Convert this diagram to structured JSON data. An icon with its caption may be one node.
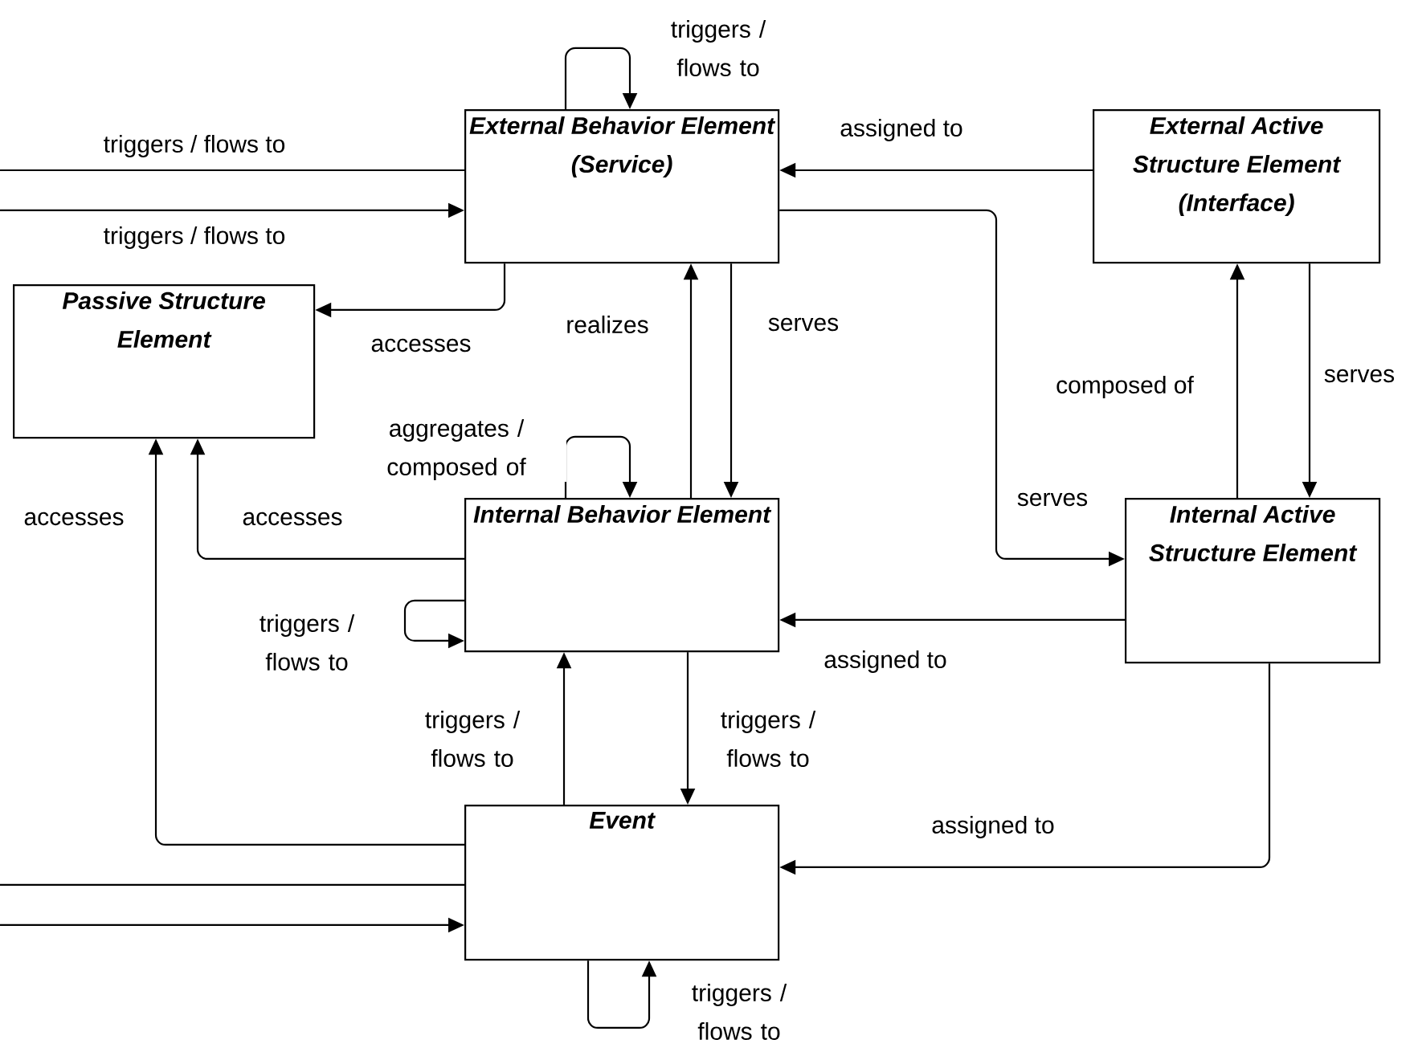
{
  "diagram": {
    "nodes": [
      {
        "text": [
          "External Behavior Element (Service)"
        ]
      },
      {
        "text": [
          "External Active Structure Element (Interface)"
        ]
      },
      {
        "text": [
          "Passive Structure Element"
        ]
      },
      {
        "text": [
          "Internal Behavior Element"
        ]
      },
      {
        "text": [
          "Internal Active Structure Element"
        ]
      },
      {
        "text": [
          "Event"
        ]
      }
    ],
    "edges": [
      {
        "from": 0,
        "to": 0,
        "arrow": "to",
        "label": "triggers / flows to"
      },
      {
        "from": 0,
        "to": null,
        "arrow": "none",
        "label": "triggers / flows to"
      },
      {
        "from": null,
        "to": 0,
        "arrow": "to",
        "label": "triggers / flows to"
      },
      {
        "from": 1,
        "to": 0,
        "arrow": "to",
        "label": "assigned to"
      },
      {
        "from": 0,
        "to": 2,
        "arrow": "to",
        "label": "accesses"
      },
      {
        "from": 3,
        "to": 0,
        "arrow": "to",
        "label": "realizes"
      },
      {
        "from": 0,
        "to": 3,
        "arrow": "to",
        "label": "serves"
      },
      {
        "from": 0,
        "to": 4,
        "arrow": "to",
        "label": "serves"
      },
      {
        "from": 4,
        "to": 1,
        "arrow": "to",
        "label": "composed of"
      },
      {
        "from": 1,
        "to": 4,
        "arrow": "to",
        "label": "serves"
      },
      {
        "from": 3,
        "to": 3,
        "arrow": "to",
        "label": "aggregates / composed of"
      },
      {
        "from": 3,
        "to": 2,
        "arrow": "to",
        "label": "accesses"
      },
      {
        "from": 5,
        "to": 2,
        "arrow": "to",
        "label": "accesses"
      },
      {
        "from": 3,
        "to": 3,
        "arrow": "to",
        "label": "triggers / flows to"
      },
      {
        "from": 4,
        "to": 3,
        "arrow": "to",
        "label": "assigned to"
      },
      {
        "from": 5,
        "to": 3,
        "arrow": "to",
        "label": "triggers / flows to"
      },
      {
        "from": 3,
        "to": 5,
        "arrow": "to",
        "label": "triggers / flows to"
      },
      {
        "from": 4,
        "to": 5,
        "arrow": "to",
        "label": "assigned to"
      },
      {
        "from": 5,
        "to": null,
        "arrow": "none"
      },
      {
        "from": null,
        "to": 5,
        "arrow": "to"
      },
      {
        "from": 5,
        "to": 5,
        "arrow": "to",
        "label": "triggers / flows to"
      }
    ]
  }
}
